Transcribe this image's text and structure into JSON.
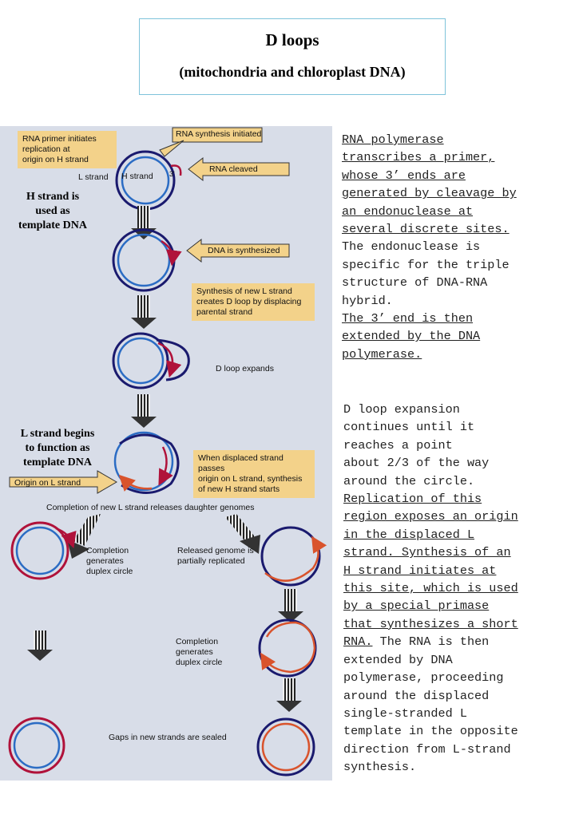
{
  "title": "D loops",
  "subtitle": "(mitochondria and chloroplast DNA)",
  "side_labels": {
    "h_template": [
      "H strand is",
      "used as",
      "template DNA"
    ],
    "l_template": [
      "L strand begins",
      "to function as",
      "template DNA"
    ]
  },
  "diagram": {
    "primer_note": [
      "RNA primer initiates",
      "replication at",
      "origin on H strand"
    ],
    "rna_synthesis_initiated": "RNA synthesis initiated",
    "l_strand": "L strand",
    "h_strand": "H strand",
    "three_prime": "3'",
    "rna_cleaved": "RNA cleaved",
    "dna_synthesized": "DNA is synthesized",
    "dloop_note": [
      "Synthesis of new L strand",
      "creates D loop by displacing",
      "parental strand"
    ],
    "dloop_expands": "D loop expands",
    "displaced_note": [
      "When displaced strand passes",
      "origin on L strand, synthesis",
      "of new H strand starts"
    ],
    "origin_l": "Origin on L strand",
    "completion_release": "Completion of new L strand releases daughter genomes",
    "completion_duplex_1": [
      "Completion",
      "generates",
      "duplex circle"
    ],
    "released_partial": [
      "Released genome is",
      "partially replicated"
    ],
    "completion_duplex_2": [
      "Completion",
      "generates",
      "duplex circle"
    ],
    "gaps_sealed": "Gaps in new strands are sealed"
  },
  "text_block_1": [
    {
      "text": "RNA polymerase",
      "u": true
    },
    {
      "text": "transcribes a primer,",
      "u": true
    },
    {
      "text": "whose 3’ ends are",
      "u": true
    },
    {
      "text": "generated by cleavage by",
      "u": true
    },
    {
      "text": "an endonuclease at",
      "u": true
    },
    {
      "text": "several discrete sites.",
      "u": true
    },
    {
      "text": "The endonuclease is",
      "u": false
    },
    {
      "text": "specific for the triple",
      "u": false
    },
    {
      "text": "structure of DNA-RNA",
      "u": false
    },
    {
      "text": "hybrid.",
      "u": false
    },
    {
      "text": "The 3’ end is then",
      "u": true
    },
    {
      "text": "extended by the DNA",
      "u": true
    },
    {
      "text": "polymerase.",
      "u": true
    }
  ],
  "text_block_2": [
    {
      "text": "D loop expansion",
      "u": false
    },
    {
      "text": "continues until it",
      "u": false
    },
    {
      "text": "reaches a point",
      "u": false
    },
    {
      "text": "about 2/3 of the way",
      "u": false
    },
    {
      "text": "around the circle.",
      "u": false
    },
    {
      "text": "Replication of this",
      "u": true
    },
    {
      "text": "region exposes an origin",
      "u": true
    },
    {
      "text": "in the displaced L",
      "u": true
    },
    {
      "text": "strand. Synthesis of an",
      "u": true
    },
    {
      "text": "H strand initiates at",
      "u": true
    },
    {
      "text": "this site, which is used",
      "u": true
    },
    {
      "text": "by a special primase",
      "u": true
    },
    {
      "text": "that synthesizes a short",
      "u": true
    },
    {
      "text": "RNA.",
      "u": true,
      "tail": " The RNA is then"
    },
    {
      "text": "extended by DNA",
      "u": false
    },
    {
      "text": "polymerase, proceeding",
      "u": false
    },
    {
      "text": "around the displaced",
      "u": false
    },
    {
      "text": "single-stranded L",
      "u": false
    },
    {
      "text": "template in the opposite",
      "u": false
    },
    {
      "text": "direction from L-strand",
      "u": false
    },
    {
      "text": "synthesis.",
      "u": false
    }
  ],
  "colors": {
    "panel": "#d8dde8",
    "note": "#f3d28a",
    "outer_strand": "#1a1a6e",
    "inner_strand": "#2b6cc4",
    "new_strand": "#b0123a",
    "new_h_strand": "#d9532c"
  }
}
